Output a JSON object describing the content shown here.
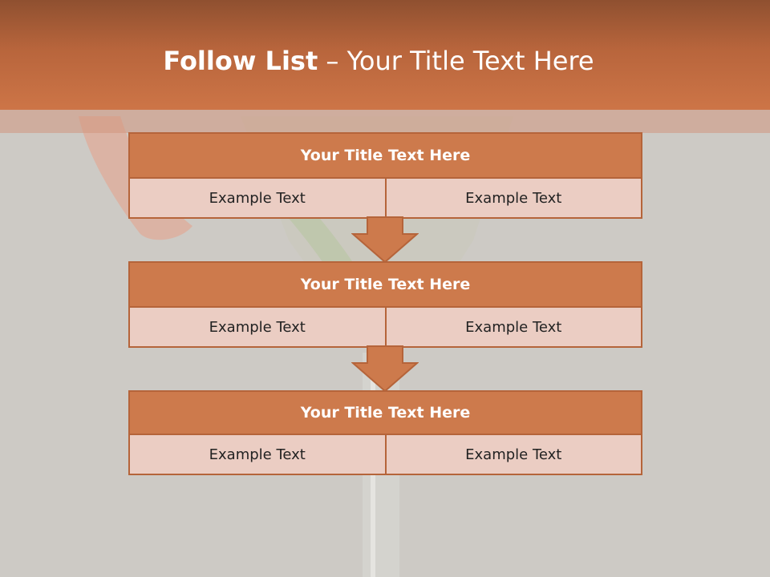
{
  "slide": {
    "title_bold": "Follow List",
    "title_rest": " – Your Title Text Here"
  },
  "steps": [
    {
      "title": "Your Title Text Here",
      "left": "Example Text",
      "right": "Example Text"
    },
    {
      "title": "Your Title Text Here",
      "left": "Example Text",
      "right": "Example Text"
    },
    {
      "title": "Your Title Text Here",
      "left": "Example Text",
      "right": "Example Text"
    }
  ],
  "colors": {
    "header": "#c06a3e",
    "block_title": "#cd7a4c",
    "block_cell": "#ebcdc3",
    "border": "#b5643a",
    "background": "#cdcac5"
  }
}
